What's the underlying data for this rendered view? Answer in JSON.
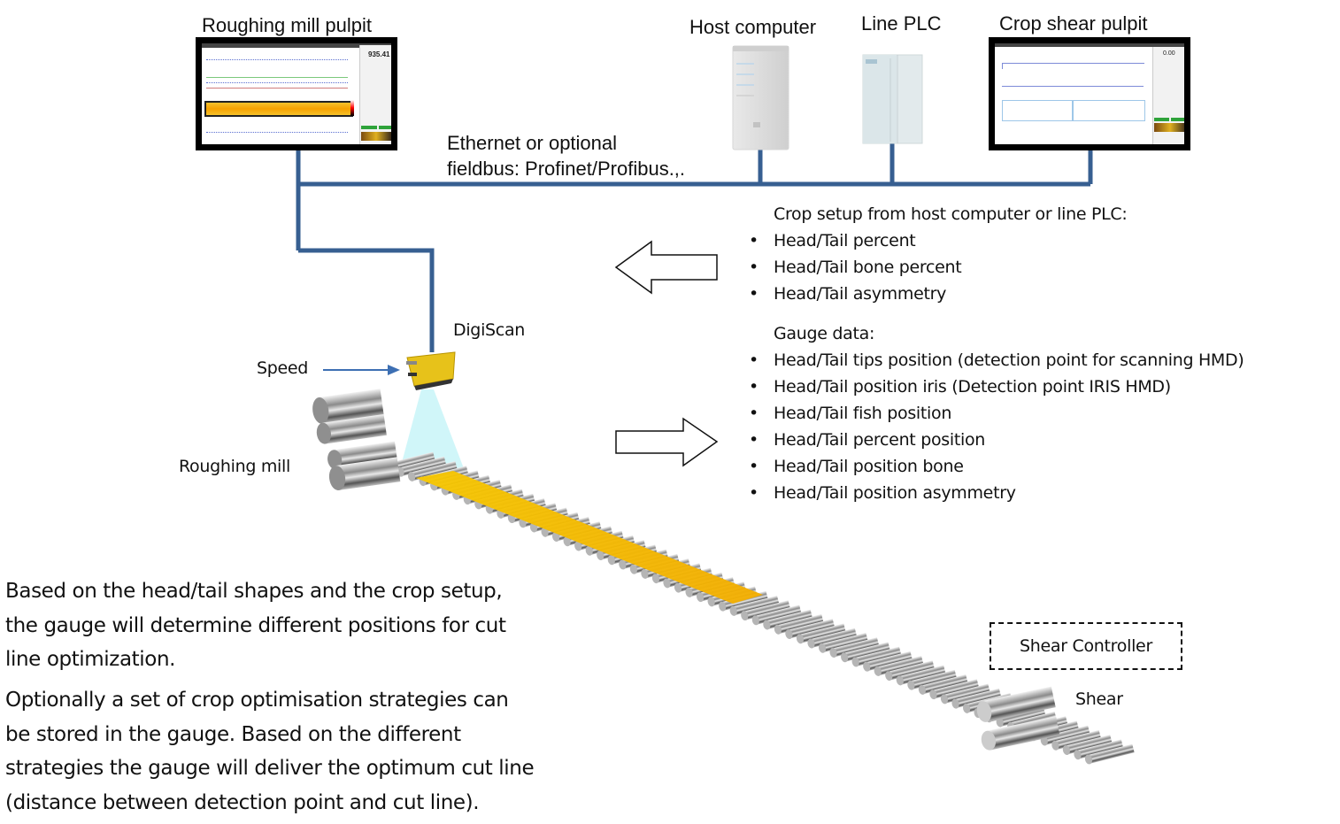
{
  "colors": {
    "network_line": "#375f91",
    "speed_arrow": "#3d6fb3",
    "strip": "#f5b400",
    "scan_beam": "#c8f4f8",
    "gauge_body": "#e7c21a"
  },
  "devices": {
    "roughing_pulpit": {
      "label": "Roughing mill pulpit",
      "screen_readout": "935.41",
      "screen_buttons": [
        "",
        ""
      ]
    },
    "host_computer": {
      "label": "Host computer",
      "icon": "server-tower-icon"
    },
    "line_plc": {
      "label": "Line PLC",
      "icon": "plc-module-icon"
    },
    "crop_shear_pulpit": {
      "label": "Crop shear pulpit",
      "screen_readout": "0.00"
    }
  },
  "network": {
    "label_line1": "Ethernet or optional",
    "label_line2": "fieldbus: Profinet/Profibus.,."
  },
  "crop_setup": {
    "heading": "Crop setup from host computer or line PLC:",
    "items": [
      "Head/Tail percent",
      "Head/Tail bone percent",
      "Head/Tail asymmetry"
    ]
  },
  "gauge_data": {
    "heading": "Gauge data:",
    "items": [
      "Head/Tail tips position (detection point for scanning HMD)",
      "Head/Tail position iris (Detection point IRIS HMD)",
      "Head/Tail fish position",
      "Head/Tail percent position",
      "Head/Tail position bone",
      "Head/Tail position asymmetry"
    ]
  },
  "labels": {
    "digiscan": "DigiScan",
    "speed": "Speed",
    "roughing_mill": "Roughing mill",
    "shear_controller": "Shear Controller",
    "shear": "Shear"
  },
  "description": {
    "paragraph1_lines": [
      "Based on the head/tail shapes and the crop setup,",
      "the gauge will determine different positions for cut",
      "line optimization."
    ],
    "paragraph2_lines": [
      "Optionally a set of crop optimisation strategies can",
      "be stored in the gauge. Based on the different",
      "strategies the gauge will deliver the optimum cut line",
      "(distance between detection point and cut line)."
    ]
  }
}
